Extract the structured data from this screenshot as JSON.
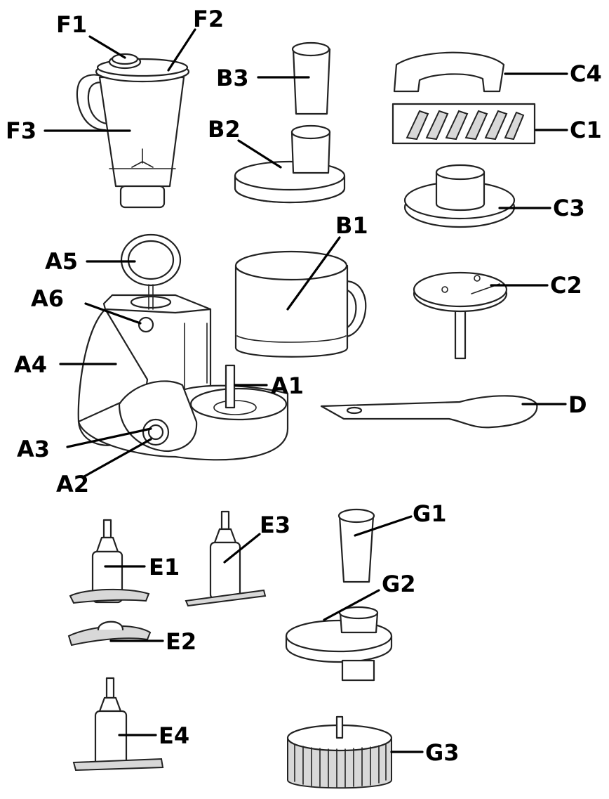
{
  "labels": {
    "F1": "F1",
    "F2": "F2",
    "F3": "F3",
    "B1": "B1",
    "B2": "B2",
    "B3": "B3",
    "C1": "C1",
    "C2": "C2",
    "C3": "C3",
    "C4": "C4",
    "A1": "A1",
    "A2": "A2",
    "A3": "A3",
    "A4": "A4",
    "A5": "A5",
    "A6": "A6",
    "D": "D",
    "E1": "E1",
    "E2": "E2",
    "E3": "E3",
    "E4": "E4",
    "G1": "G1",
    "G2": "G2",
    "G3": "G3"
  }
}
